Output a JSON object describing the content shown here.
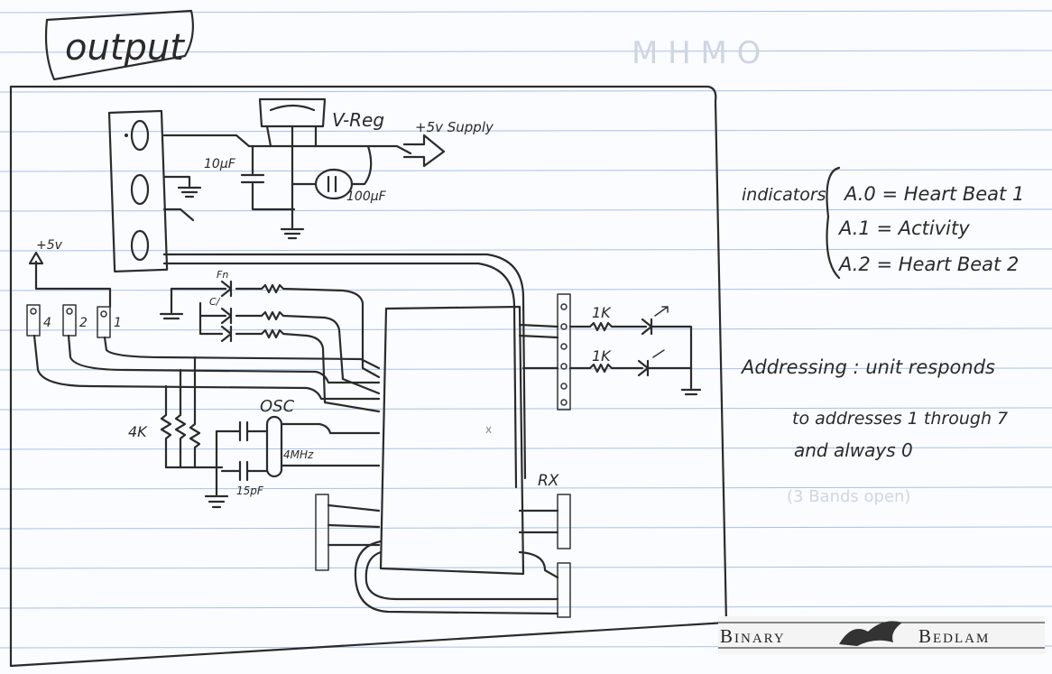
{
  "title_box": "output",
  "vreg": {
    "label": "V-Reg",
    "supply": "+5v Supply",
    "cap_left": "10µF",
    "cap_right": "100µF"
  },
  "plus5": "+5v",
  "dip_labels": [
    "4",
    "2",
    "1"
  ],
  "resistor_4k": "4K",
  "oscillator": {
    "label": "OSC",
    "freq": "4MHz",
    "cap": "15pF"
  },
  "led_resistors": [
    "1K",
    "1K"
  ],
  "rx_label": "RX",
  "small_labels": [
    "Fn",
    "C/"
  ],
  "indicators": {
    "heading": "indicators",
    "items": [
      "A.0 = Heart Beat 1",
      "A.1 = Activity",
      "A.2 = Heart Beat 2"
    ]
  },
  "addressing": {
    "lines": [
      "Addressing : unit responds",
      "to addresses 1 through 7",
      "and always 0"
    ],
    "faint": "(3 Bands open)"
  },
  "logo": {
    "left": "Binary",
    "right": "Bedlam"
  }
}
